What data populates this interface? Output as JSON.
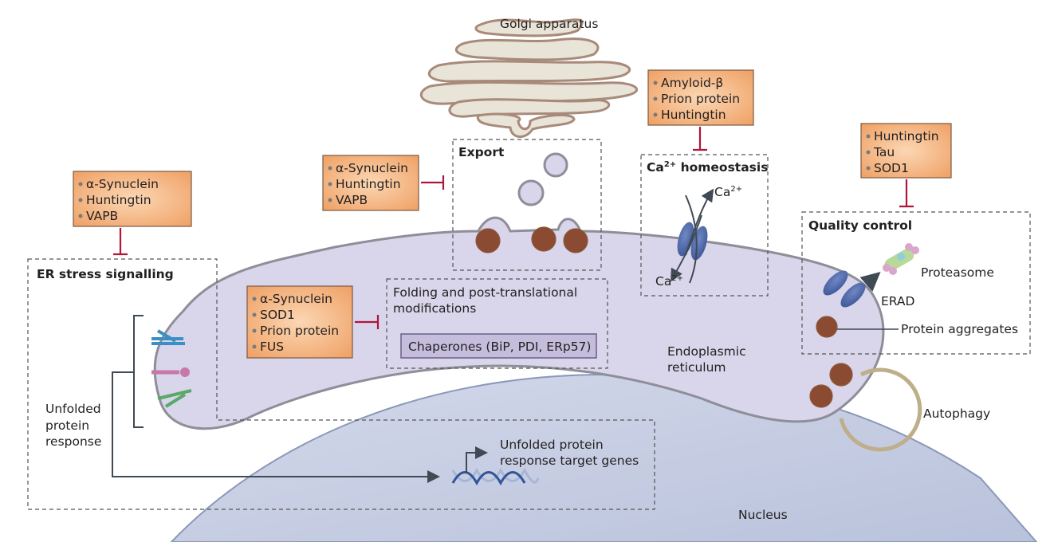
{
  "labels": {
    "golgi": "Golgi apparatus",
    "er": [
      "Endoplasmic",
      "reticulum"
    ],
    "nucleus": "Nucleus",
    "upr": [
      "Unfolded",
      "protein",
      "response"
    ],
    "upr_genes": [
      "Unfolded protein",
      "response target genes"
    ],
    "ca_top": "Ca",
    "ca_bottom": "Ca",
    "ca_charge": "2+",
    "proteasome": "Proteasome",
    "erad": "ERAD",
    "aggregates": "Protein aggregates",
    "autophagy": "Autophagy"
  },
  "sections": {
    "er_stress": "ER stress signalling",
    "export": "Export",
    "ca_homeostasis_prefix": "Ca",
    "ca_homeostasis_charge": "2+",
    "ca_homeostasis_suffix": " homeostasis",
    "quality_control": "Quality control",
    "folding": [
      "Folding and post-translational",
      "modifications"
    ],
    "chaperones": "Chaperones (BiP, PDI, ERp57)"
  },
  "protein_boxes": {
    "er_stress": [
      "α-Synuclein",
      "Huntingtin",
      "VAPB"
    ],
    "export": [
      "α-Synuclein",
      "Huntingtin",
      "VAPB"
    ],
    "calcium": [
      "Amyloid-β",
      "Prion protein",
      "Huntingtin"
    ],
    "quality": [
      "Huntingtin",
      "Tau",
      "SOD1"
    ],
    "folding": [
      "α-Synuclein",
      "SOD1",
      "Prion protein",
      "FUS"
    ]
  },
  "colors": {
    "er_fill": "#d9d5ea",
    "er_stroke": "#8e8e99",
    "nucleus_fill": "#c3cadf",
    "golgi_fill": "#e9e4d8",
    "golgi_stroke": "#a88a7a",
    "protein_box": "#f3b27c",
    "inhibit": "#b0153a",
    "channel": "#4a65a8",
    "autophagy_ring": "#bfae8a"
  }
}
